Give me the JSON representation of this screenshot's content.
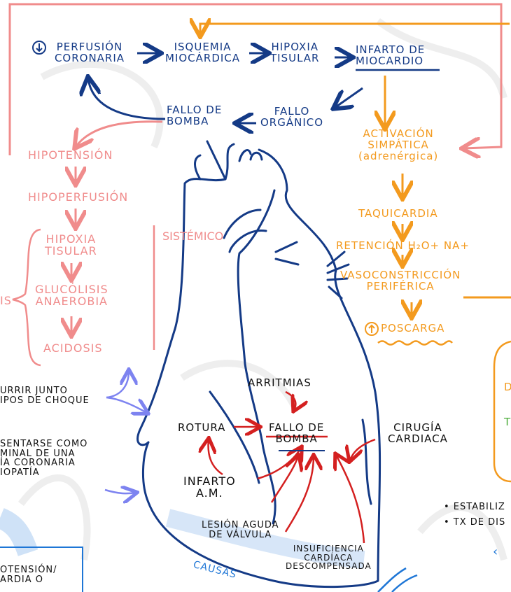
{
  "colors": {
    "blue": "#143a86",
    "pink": "#f08c8c",
    "orange": "#f39a1e",
    "red": "#d42020",
    "lilac": "#7d83f0",
    "sky": "#a8c8ee"
  },
  "top": {
    "perfusion_arrow_icon": "circle-down-arrow",
    "perfusion": "Perfusión coronaria",
    "isquemia_l1": "Isquemia",
    "isquemia_l2": "miocárdica",
    "hipoxia_l1": "Hipoxia",
    "hipoxia_l2": "tisular",
    "infarto_l1": "Infarto de",
    "infarto_l2": "miocardio",
    "fallo_bomba_l1": "Fallo de",
    "fallo_bomba_l2": "bomba",
    "fallo_organico_l1": "Fallo",
    "fallo_organico_l2": "orgánico"
  },
  "left": {
    "hipotension": "Hipotensión",
    "hipoperfusion": "Hipoperfusión",
    "hipoxia_l1": "Hipoxia",
    "hipoxia_l2": "tisular",
    "glucolisis_l1": "Glucólisis",
    "glucolisis_l2": "anaerobia",
    "acidosis": "Acidosis",
    "sistemico": "SISTÉMICO",
    "cut_left": "IS"
  },
  "right": {
    "activacion_l1": "Activación",
    "activacion_l2": "simpática",
    "activacion_l3": "(adrenérgica)",
    "taquicardia": "Taquicardia",
    "retencion": "Retención H₂O+ Na+",
    "vasoconstriccion_l1": "Vasoconstricción",
    "vasoconstriccion_l2": "periférica",
    "poscarga_icon": "circle-up-arrow",
    "poscarga": "Poscarga",
    "side_d": "D",
    "side_t": "T",
    "estabiliz": "• ESTABILIZ",
    "tx_dis": "• TX DE DIS",
    "side_arrow": "‹"
  },
  "bottom_left": {
    "text1_l1": "URRIR JUNTO",
    "text1_l2": "IPOS DE CHOQUE",
    "text2_l1": "SENTARSE COMO",
    "text2_l2": "MINAL DE UNA",
    "text2_l3": "ÍA CORONARIA",
    "text2_l4": "IOPATÍA",
    "box_l1": "OTENSIÓN/",
    "box_l2": "ARDIA O"
  },
  "heart": {
    "arritmias": "Arritmias",
    "rotura": "Rotura",
    "fallo_l1": "Fallo de",
    "fallo_l2": "bomba",
    "cirugia_l1": "Cirugía",
    "cirugia_l2": "cardiaca",
    "infarto_l1": "Infarto",
    "infarto_l2": "A.M.",
    "lesion_l1": "Lesión aguda",
    "lesion_l2": "de válvula",
    "insuf_l1": "Insuficiencia",
    "insuf_l2": "cardíaca",
    "insuf_l3": "descompensada",
    "causas": "CAUSAS"
  }
}
